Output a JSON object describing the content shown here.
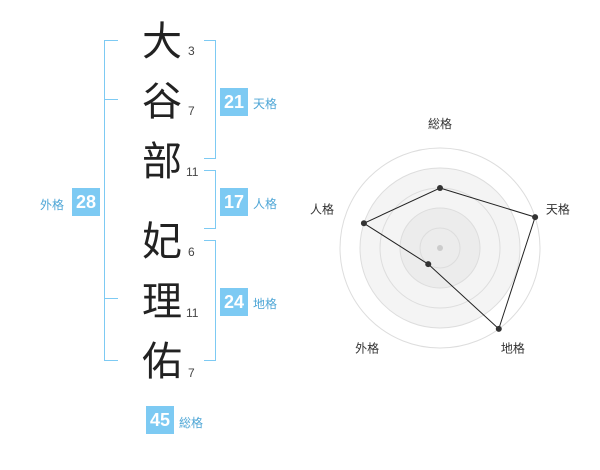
{
  "name_characters": [
    {
      "char": "大",
      "strokes": "3"
    },
    {
      "char": "谷",
      "strokes": "7"
    },
    {
      "char": "部",
      "strokes": "11"
    },
    {
      "char": "妃",
      "strokes": "6"
    },
    {
      "char": "理",
      "strokes": "11"
    },
    {
      "char": "佑",
      "strokes": "7"
    }
  ],
  "fortune": {
    "tenkaku": {
      "value": "21",
      "label": "天格"
    },
    "jinkaku": {
      "value": "17",
      "label": "人格"
    },
    "chikaku": {
      "value": "24",
      "label": "地格"
    },
    "gaikaku": {
      "value": "28",
      "label": "外格"
    },
    "soukaku": {
      "value": "45",
      "label": "総格"
    }
  },
  "colors": {
    "accent": "#7dcaf3",
    "label_text": "#4ea6d6"
  },
  "chart_data": {
    "type": "radar",
    "axes": [
      "総格",
      "天格",
      "地格",
      "外格",
      "人格"
    ],
    "values": [
      3,
      5,
      5,
      1,
      4
    ],
    "scale_max": 5,
    "rings": 5,
    "grid": true
  }
}
